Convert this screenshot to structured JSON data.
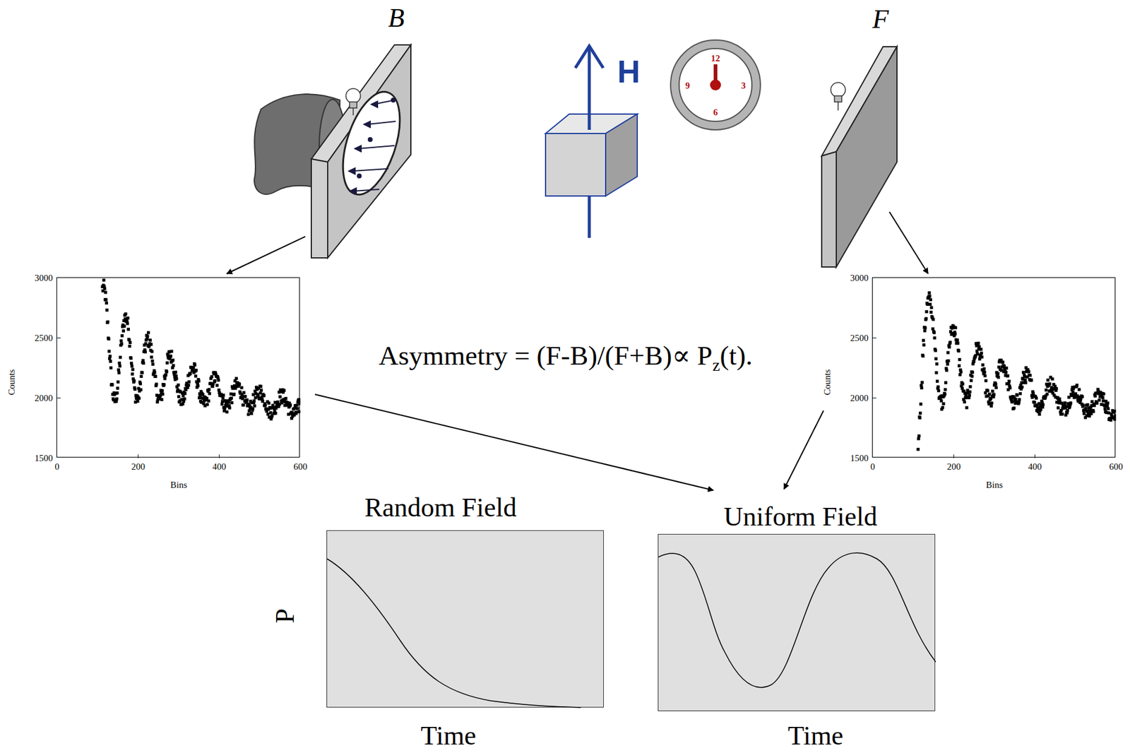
{
  "diagram": {
    "nodes": [
      {
        "text": [
          "B"
        ]
      },
      {
        "text": [
          "F"
        ]
      },
      {
        "text": [
          "3000",
          "2500",
          "2000",
          "1500",
          "0",
          "200",
          "400",
          "600",
          "Counts",
          "Bins"
        ]
      },
      {
        "text": [
          "3000",
          "2500",
          "2000",
          "1500",
          "0",
          "200",
          "400",
          "600",
          "Counts",
          "Bins"
        ]
      },
      {
        "text": [
          "Random Field",
          "Time"
        ]
      },
      {
        "text": [
          "Uniform Field",
          "Time"
        ]
      }
    ],
    "edges": [
      {
        "from": 0,
        "to": 2,
        "arrow": "to"
      },
      {
        "from": 1,
        "to": 3,
        "arrow": "to"
      },
      {
        "from": 2,
        "to": 5,
        "arrow": "to"
      },
      {
        "from": 3,
        "to": 5,
        "arrow": "to"
      }
    ],
    "labels": [
      "H",
      "12",
      "3",
      "6",
      "9",
      "Asymmetry = (F-B)/(F+B)∝ P",
      "z",
      "(t).",
      "P"
    ]
  }
}
